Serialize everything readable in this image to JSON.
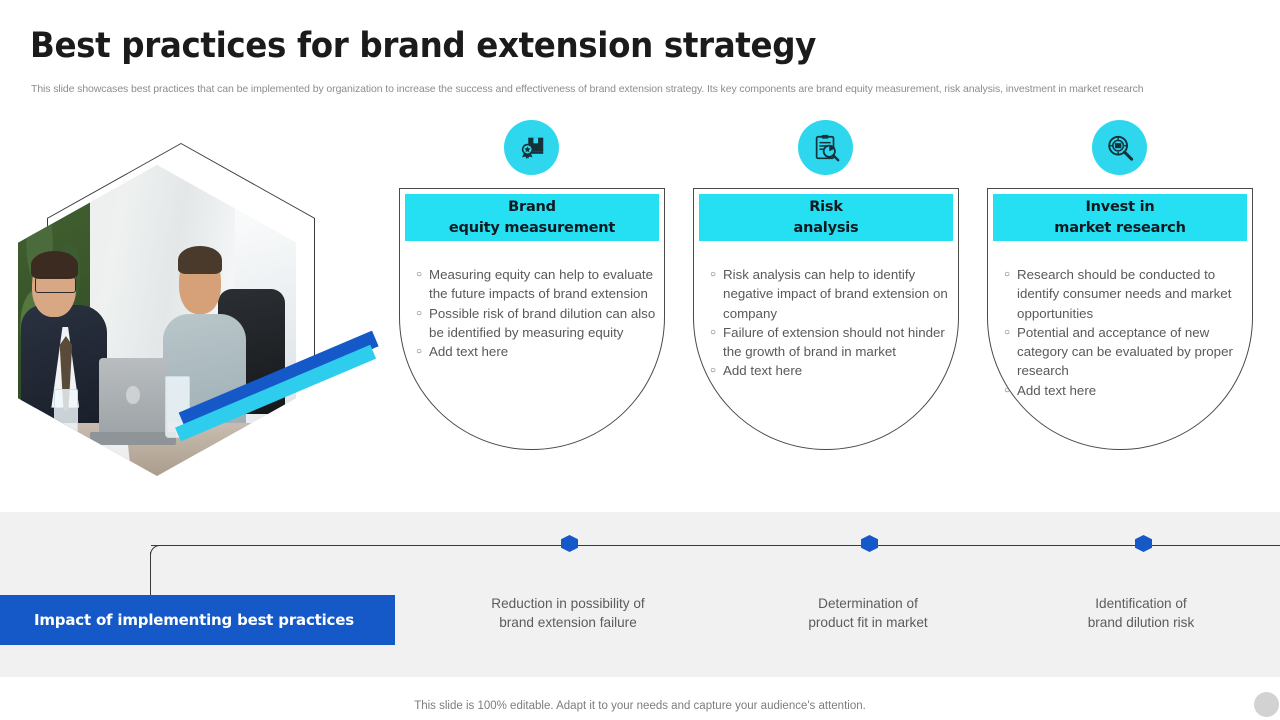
{
  "header": {
    "title": "Best practices for brand extension strategy",
    "subtitle": "This slide showcases best practices that can be implemented  by organization to increase the success and effectiveness of brand extension strategy. Its key components are brand equity measurement,  risk analysis, investment in market research"
  },
  "photo": {
    "alt": "two businessmen smiling at office desk with laptop"
  },
  "cards": [
    {
      "icon": "package-award-icon",
      "title_line1": "Brand",
      "title_line2": "equity measurement",
      "bullets": [
        "Measuring equity can help to evaluate the future impacts of brand extension",
        "Possible risk of brand dilution can also be identified by measuring equity",
        "Add text here"
      ]
    },
    {
      "icon": "clipboard-search-icon",
      "title_line1": "Risk",
      "title_line2": "analysis",
      "bullets": [
        "Risk analysis can help to identify negative impact of brand extension on company",
        "Failure of extension should not hinder the growth of brand in market",
        "Add text here"
      ]
    },
    {
      "icon": "magnifier-target-icon",
      "title_line1": "Invest in",
      "title_line2": "market research",
      "bullets": [
        "Research should be conducted to identify consumer needs and market opportunities",
        "Potential and acceptance of new category can be evaluated by proper research",
        "Add text here"
      ]
    }
  ],
  "timeline": {
    "impact_label": "Impact of implementing best practices",
    "items": [
      {
        "line1": "Reduction in possibility of",
        "line2": "brand extension failure"
      },
      {
        "line1": "Determination of",
        "line2": "product fit in market"
      },
      {
        "line1": "Identification of",
        "line2": "brand dilution risk"
      }
    ]
  },
  "footer": {
    "note": "This slide is 100% editable. Adapt it to your needs and capture your audience's attention."
  },
  "colors": {
    "cyan": "#25DFF2",
    "blue": "#1558C8",
    "band_gray": "#f1f1f1",
    "text_gray": "#59595c",
    "title_dark": "#1b1b1b"
  },
  "bullet_marker": "○"
}
